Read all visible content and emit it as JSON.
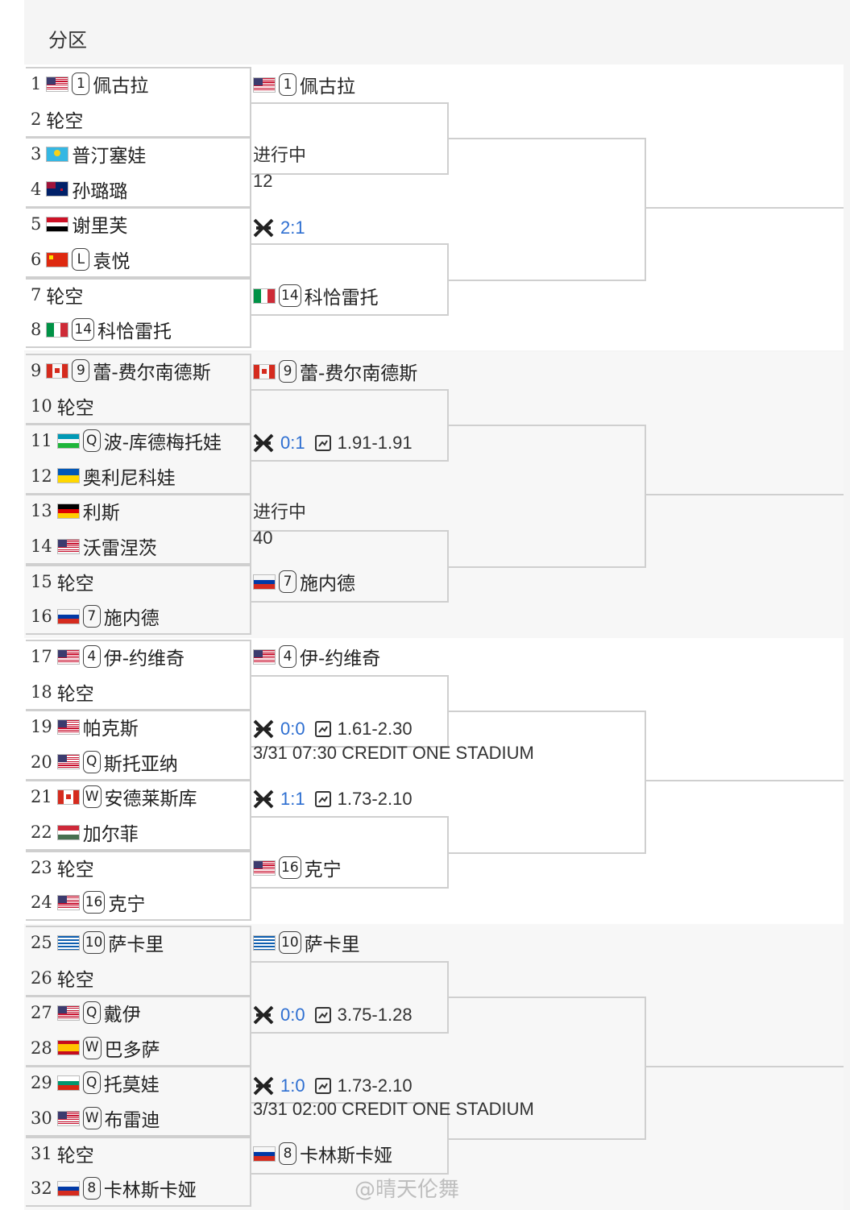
{
  "header": {
    "title": "分区"
  },
  "round1": [
    {
      "num": "1",
      "flag": "us",
      "seed": "1",
      "name": "佩古拉"
    },
    {
      "num": "2",
      "flag": "",
      "seed": "",
      "name": "轮空"
    },
    {
      "num": "3",
      "flag": "kz",
      "seed": "",
      "name": "普汀塞娃"
    },
    {
      "num": "4",
      "flag": "nz",
      "seed": "",
      "name": "孙璐璐"
    },
    {
      "num": "5",
      "flag": "eg",
      "seed": "",
      "name": "谢里芙"
    },
    {
      "num": "6",
      "flag": "cn",
      "seed": "L",
      "name": "袁悦"
    },
    {
      "num": "7",
      "flag": "",
      "seed": "",
      "name": "轮空"
    },
    {
      "num": "8",
      "flag": "it",
      "seed": "14",
      "name": "科恰雷托"
    },
    {
      "num": "9",
      "flag": "ca",
      "seed": "9",
      "name": "蕾-费尔南德斯"
    },
    {
      "num": "10",
      "flag": "",
      "seed": "",
      "name": "轮空"
    },
    {
      "num": "11",
      "flag": "uz",
      "seed": "Q",
      "name": "波-库德梅托娃"
    },
    {
      "num": "12",
      "flag": "ua",
      "seed": "",
      "name": "奥利尼科娃"
    },
    {
      "num": "13",
      "flag": "de",
      "seed": "",
      "name": "利斯"
    },
    {
      "num": "14",
      "flag": "us",
      "seed": "",
      "name": "沃雷涅茨"
    },
    {
      "num": "15",
      "flag": "",
      "seed": "",
      "name": "轮空"
    },
    {
      "num": "16",
      "flag": "ru",
      "seed": "7",
      "name": "施内德"
    },
    {
      "num": "17",
      "flag": "us",
      "seed": "4",
      "name": "伊-约维奇"
    },
    {
      "num": "18",
      "flag": "",
      "seed": "",
      "name": "轮空"
    },
    {
      "num": "19",
      "flag": "us",
      "seed": "",
      "name": "帕克斯"
    },
    {
      "num": "20",
      "flag": "us",
      "seed": "Q",
      "name": "斯托亚纳"
    },
    {
      "num": "21",
      "flag": "ca",
      "seed": "W",
      "name": "安德莱斯库"
    },
    {
      "num": "22",
      "flag": "hu",
      "seed": "",
      "name": "加尔菲"
    },
    {
      "num": "23",
      "flag": "",
      "seed": "",
      "name": "轮空"
    },
    {
      "num": "24",
      "flag": "us",
      "seed": "16",
      "name": "克宁"
    },
    {
      "num": "25",
      "flag": "gr",
      "seed": "10",
      "name": "萨卡里"
    },
    {
      "num": "26",
      "flag": "",
      "seed": "",
      "name": "轮空"
    },
    {
      "num": "27",
      "flag": "us",
      "seed": "Q",
      "name": "戴伊"
    },
    {
      "num": "28",
      "flag": "es",
      "seed": "W",
      "name": "巴多萨"
    },
    {
      "num": "29",
      "flag": "bg",
      "seed": "Q",
      "name": "托莫娃"
    },
    {
      "num": "30",
      "flag": "us",
      "seed": "W",
      "name": "布雷迪"
    },
    {
      "num": "31",
      "flag": "",
      "seed": "",
      "name": "轮空"
    },
    {
      "num": "32",
      "flag": "ru",
      "seed": "8",
      "name": "卡林斯卡娅"
    }
  ],
  "round2": {
    "p1": {
      "flag": "us",
      "seed": "1",
      "name": "佩古拉"
    },
    "status1": "进行中",
    "val1": "12",
    "score1": "2:1",
    "p2": {
      "flag": "it",
      "seed": "14",
      "name": "科恰雷托"
    },
    "p3": {
      "flag": "ca",
      "seed": "9",
      "name": "蕾-费尔南德斯"
    },
    "score2": "0:1",
    "odds2": "1.91-1.91",
    "status2": "进行中",
    "val2": "40",
    "p4": {
      "flag": "ru",
      "seed": "7",
      "name": "施内德"
    },
    "p5": {
      "flag": "us",
      "seed": "4",
      "name": "伊-约维奇"
    },
    "score3": "0:0",
    "odds3": "1.61-2.30",
    "sched3": "3/31 07:30 CREDIT ONE STADIUM",
    "score4": "1:1",
    "odds4": "1.73-2.10",
    "p6": {
      "flag": "us",
      "seed": "16",
      "name": "克宁"
    },
    "p7": {
      "flag": "gr",
      "seed": "10",
      "name": "萨卡里"
    },
    "score5": "0:0",
    "odds5": "3.75-1.28",
    "score6": "1:0",
    "odds6": "1.73-2.10",
    "sched6": "3/31 02:00 CREDIT ONE STADIUM",
    "p8": {
      "flag": "ru",
      "seed": "8",
      "name": "卡林斯卡娅"
    }
  },
  "watermark": "@晴天伦舞",
  "colors": {
    "score": "#2e6fd1",
    "line": "#cfcfcf"
  }
}
